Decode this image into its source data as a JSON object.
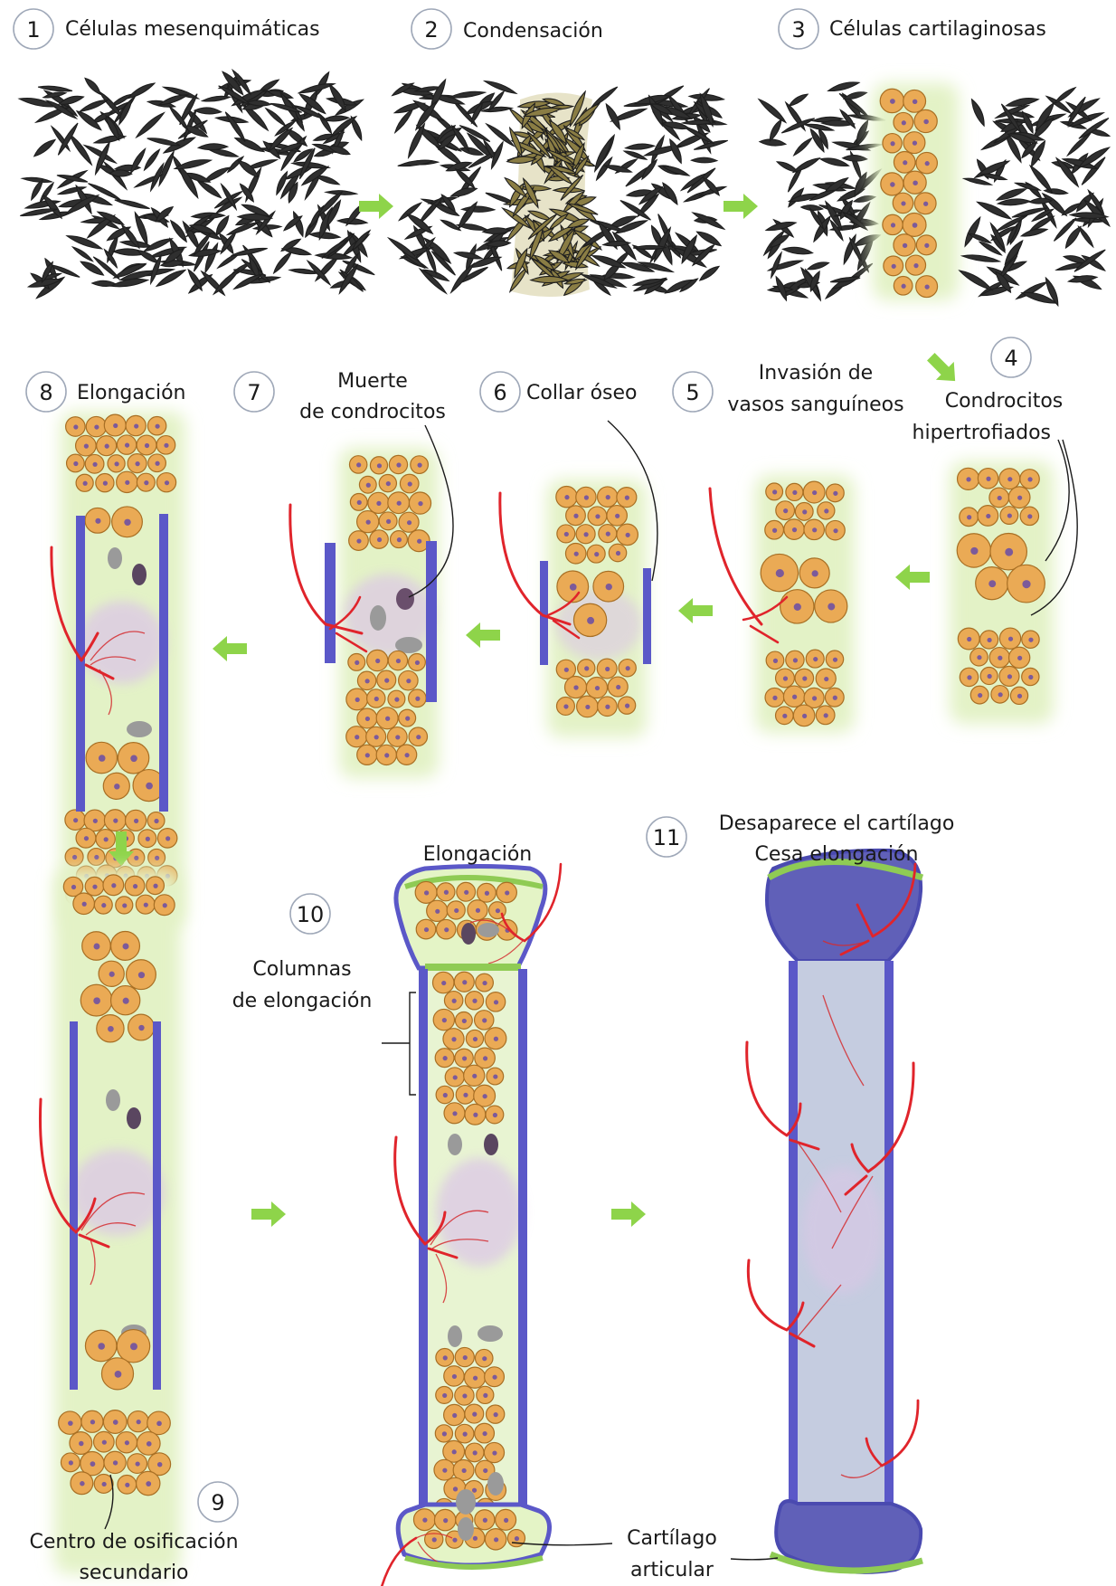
{
  "steps": [
    {
      "number": "1",
      "label": "Células mesenquimáticas"
    },
    {
      "number": "2",
      "label": "Condensación"
    },
    {
      "number": "3",
      "label": "Células cartilaginosas"
    },
    {
      "number": "4",
      "label_line1": "Condrocitos",
      "label_line2": "hipertrofiados"
    },
    {
      "number": "5",
      "label_line1": "Invasión de",
      "label_line2": "vasos sanguíneos"
    },
    {
      "number": "6",
      "label": "Collar óseo"
    },
    {
      "number": "7",
      "label_line1": "Muerte",
      "label_line2": "de condrocitos"
    },
    {
      "number": "8",
      "label": "Elongación"
    },
    {
      "number": "9",
      "label_line1": "Centro de osificación",
      "label_line2": "secundario"
    },
    {
      "number": "10",
      "label_line1": "Columnas",
      "label_line2": "de elongación",
      "top_label": "Elongación"
    },
    {
      "number": "11",
      "label_line1": "Desaparece el cartílago",
      "label_line2": "Cesa elongación"
    }
  ],
  "articular_label": {
    "line1": "Cartílago",
    "line2": "articular"
  },
  "colors": {
    "arrow": "#8ed44a",
    "mesenchyme_cell": "#3b3b3b",
    "condensed_cell": "#8a7d44",
    "chondrocyte": "#eaaa55",
    "chondrocyte_nucleus": "#7c5a9a",
    "cartilage_glow": "#e3f2c6",
    "bone_collar": "#5b58c8",
    "blood_vessel": "#e0242b",
    "marrow": "#dcc7e6",
    "articular_cartilage": "#8fcb54",
    "bone_fill": "#c5cce0",
    "epiphysis_bone": "#6060b8"
  }
}
